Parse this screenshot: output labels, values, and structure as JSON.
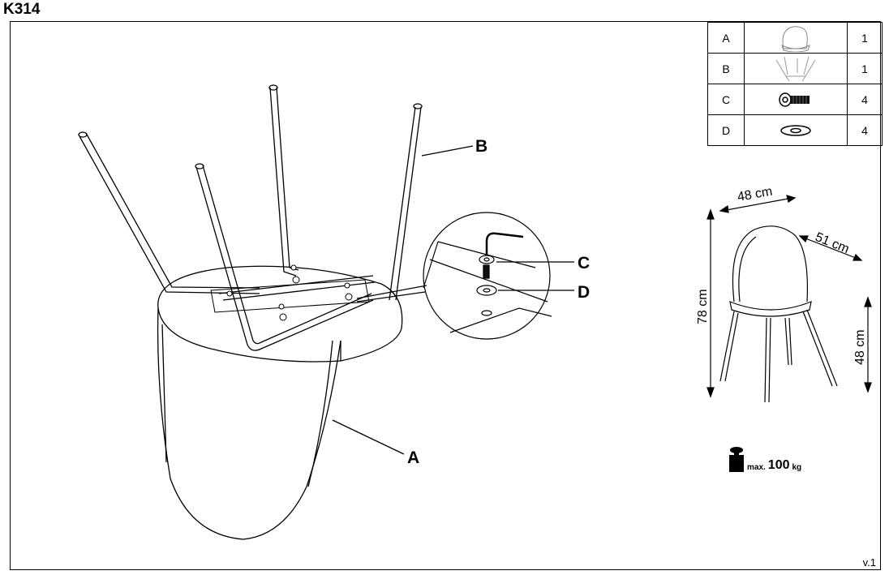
{
  "header": {
    "model": "K314"
  },
  "parts": [
    {
      "letter": "A",
      "icon": "seat-shell-icon",
      "qty": "1"
    },
    {
      "letter": "B",
      "icon": "leg-frame-icon",
      "qty": "1"
    },
    {
      "letter": "C",
      "icon": "bolt-icon",
      "qty": "4"
    },
    {
      "letter": "D",
      "icon": "washer-icon",
      "qty": "4"
    }
  ],
  "callouts": {
    "a": "A",
    "b": "B",
    "c": "C",
    "d": "D"
  },
  "dimensions": {
    "width": "48 cm",
    "depth": "51 cm",
    "height": "78 cm",
    "seat_height": "48 cm"
  },
  "load": {
    "prefix": "max.",
    "value": "100",
    "unit": "kg"
  },
  "footer": {
    "version": "v.1"
  }
}
